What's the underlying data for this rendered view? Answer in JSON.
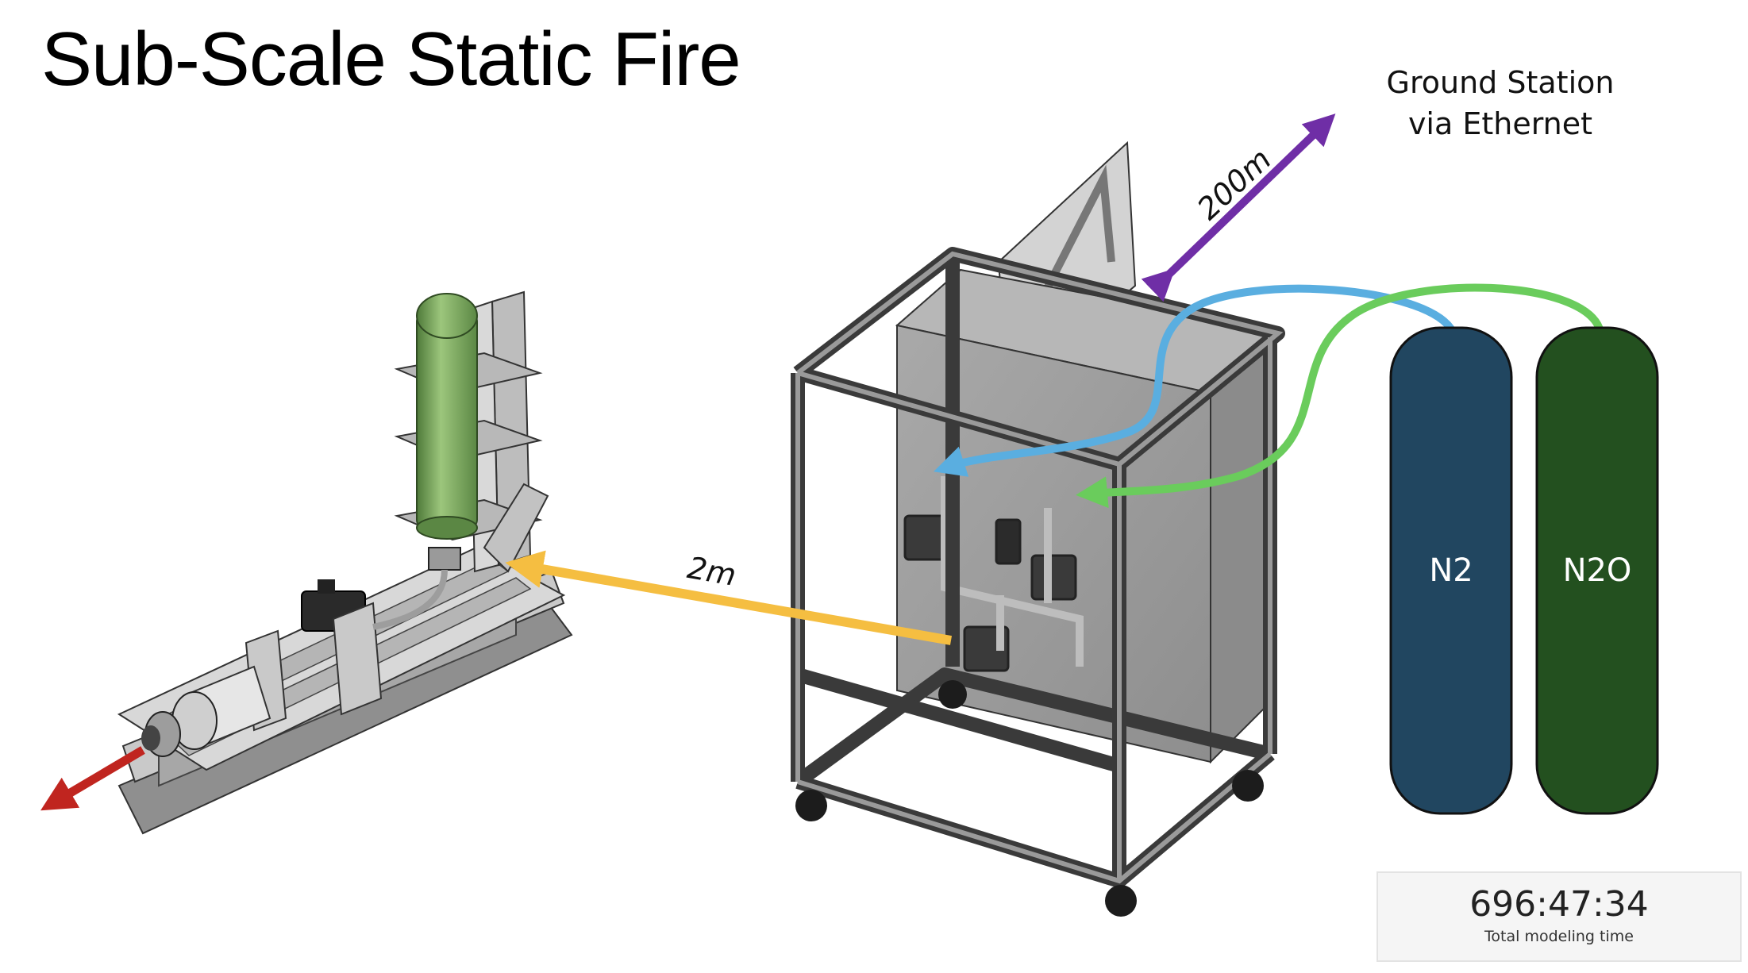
{
  "title": "Sub-Scale Static Fire",
  "ground_station": {
    "line1": "Ground Station",
    "line2": "via Ethernet"
  },
  "distances": {
    "ground_link": "200m",
    "feed_line": "2m"
  },
  "tanks": [
    {
      "label": "N2",
      "color": "#214660"
    },
    {
      "label": "N2O",
      "color": "#23501f"
    }
  ],
  "timer": {
    "value": "696:47:34",
    "caption": "Total modeling time"
  },
  "colors": {
    "ethernet_arrow": "#6f2ea6",
    "feed_arrow": "#f5be41",
    "exhaust_arrow": "#c0251f",
    "n2_line": "#5aaee0",
    "n2o_line": "#6acc5c",
    "oxidizer_tank": "#78a85a"
  }
}
